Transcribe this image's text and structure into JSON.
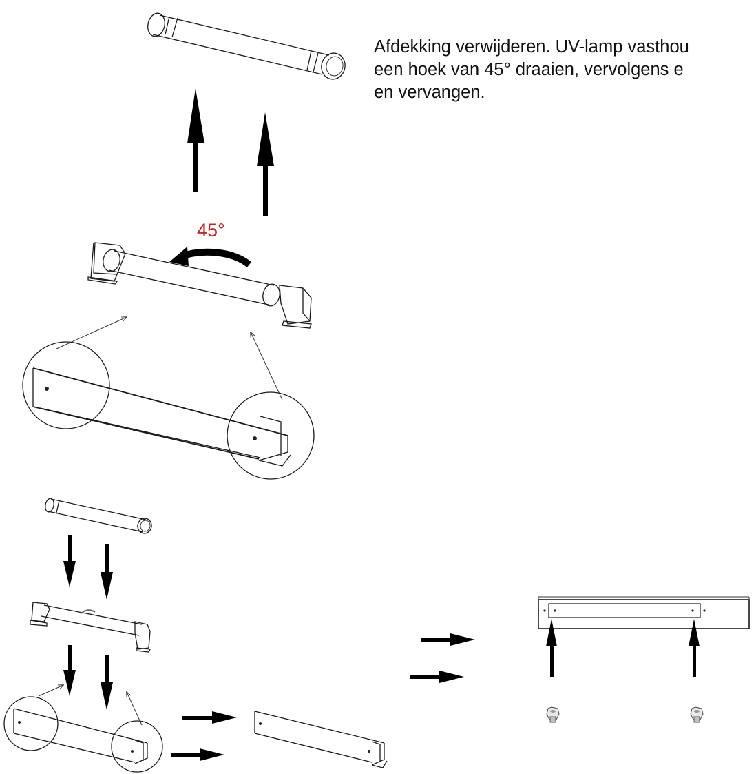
{
  "instruction": {
    "line1": "Afdekking verwijderen. UV-lamp vasthou",
    "line2": "een hoek van 45° draaien, vervolgens e",
    "line3": "en vervangen."
  },
  "rotation_label": "45°",
  "colors": {
    "accent": "#c0282a",
    "line": "#1a1a1a",
    "arrow": "#000000",
    "background": "#ffffff"
  }
}
